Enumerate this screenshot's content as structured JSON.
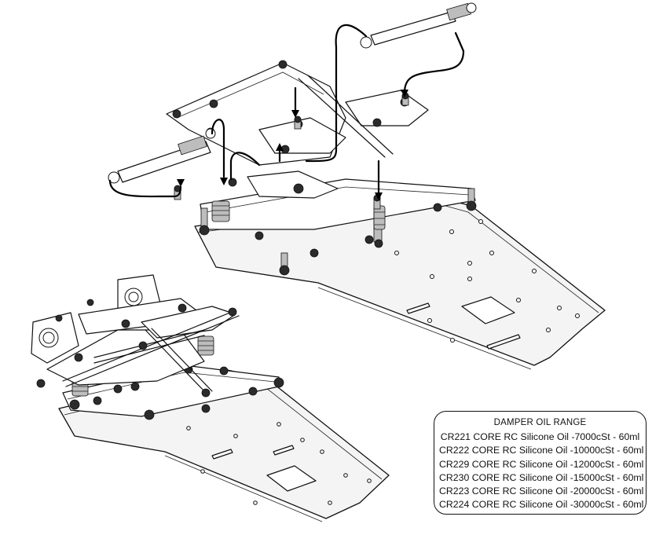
{
  "damper_oil": {
    "title": "DAMPER OIL RANGE",
    "items": [
      "CR221 CORE RC Silicone Oil -7000cSt - 60ml",
      "CR222 CORE RC Silicone Oil -10000cSt - 60ml",
      "CR229 CORE RC Silicone Oil -12000cSt - 60ml",
      "CR230 CORE RC Silicone Oil -15000cSt - 60ml",
      "CR223 CORE RC Silicone Oil -20000cSt - 60ml",
      "CR224 CORE RC Silicone Oil -30000cSt - 60ml"
    ]
  }
}
